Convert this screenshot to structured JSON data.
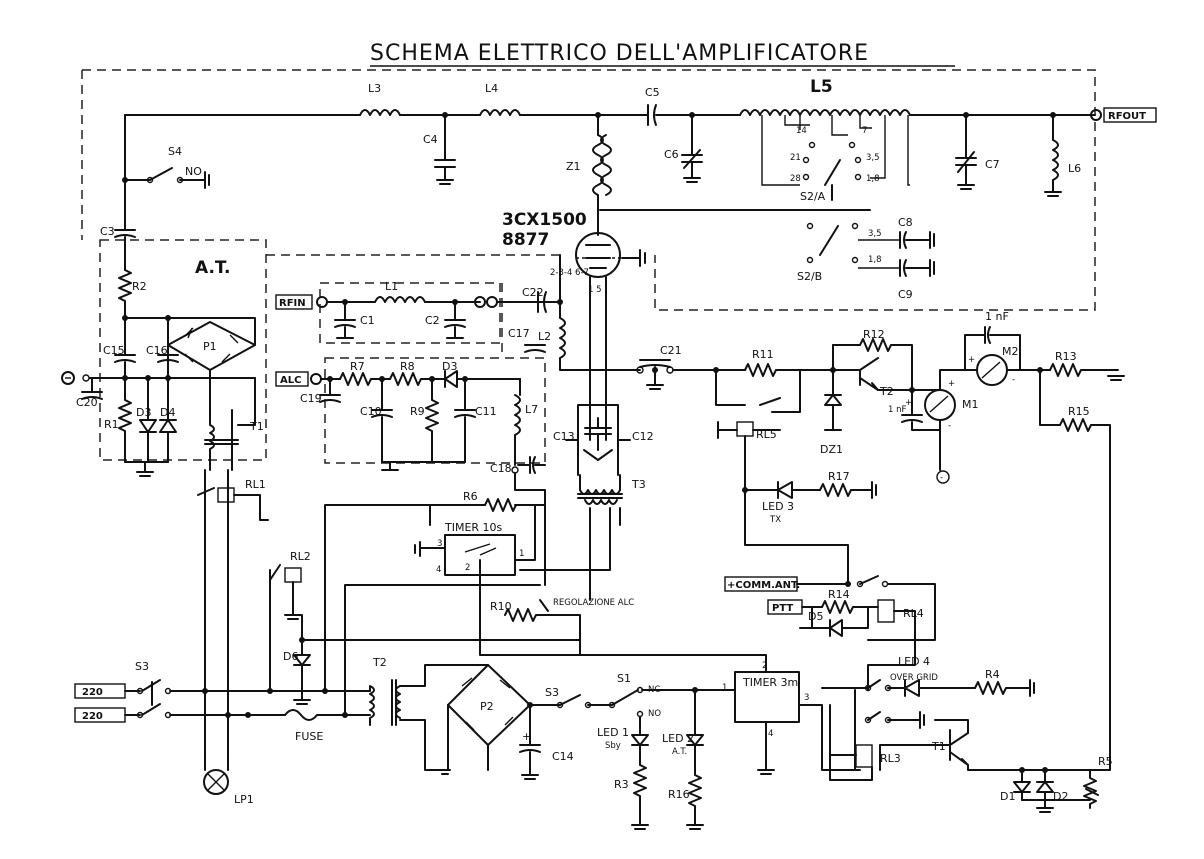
{
  "title": "SCHEMA ELETTRICO DELL'AMPLIFICATORE",
  "tube": {
    "name": "3CX1500",
    "alt": "8877",
    "grid_pins": "2-3-4\n6-7",
    "heater_pins": "1 5"
  },
  "connectors": {
    "rf_out": "RFOUT",
    "rf_in": "RFIN",
    "alc": "ALC",
    "comm_ant": "+COMM.ANT.",
    "ptt": "PTT",
    "mains1": "220",
    "mains2": "220"
  },
  "blocks": {
    "at": "A.T.",
    "l5": "L5",
    "timer10": "TIMER 10s",
    "timer3": "TIMER 3m",
    "alc_adj": "REGOLAZIONE ALC"
  },
  "inductors": {
    "l1": "L1",
    "l2": "L2",
    "l3": "L3",
    "l4": "L4",
    "l6": "L6",
    "l7": "L7",
    "z1": "Z1"
  },
  "capacitors": {
    "c1": "C1",
    "c2": "C2",
    "c3": "C3",
    "c4": "C4",
    "c5": "C5",
    "c6": "C6",
    "c7": "C7",
    "c8": "C8",
    "c9": "C9",
    "c10": "C10",
    "c11": "C11",
    "c12": "C12",
    "c13": "C13",
    "c14": "C14",
    "c15": "C15",
    "c16": "C16",
    "c17": "C17",
    "c18": "C18",
    "c19": "C19",
    "c20": "C20",
    "c21": "C21",
    "c22": "C22",
    "m2_cap": "1 nF",
    "m1_cap": "1\nnF"
  },
  "resistors": {
    "r1": "R1",
    "r2": "R2",
    "r3": "R3",
    "r4": "R4",
    "r5": "R5",
    "r6": "R6",
    "r7": "R7",
    "r8": "R8",
    "r9": "R9",
    "r10": "R10",
    "r11": "R11",
    "r12": "R12",
    "r13": "R13",
    "r14": "R14",
    "r15": "R15",
    "r16": "R16",
    "r17": "R17"
  },
  "semis": {
    "d1": "D1",
    "d2": "D2",
    "d3": "D3",
    "d3b": "D3",
    "d4": "D4",
    "d5": "D5",
    "d6": "D6",
    "dz1": "DZ1",
    "p1": "P1",
    "p2": "P2",
    "t1": "T1",
    "t1b": "T1",
    "t2": "T2",
    "t2b": "T2",
    "t3": "T3"
  },
  "leds": {
    "led1": "LED 1",
    "led1s": "Sby",
    "led2": "LED 2",
    "led2s": "A.T.",
    "led3": "LED 3",
    "led3s": "TX",
    "led4": "LED 4",
    "led4s": "OVER GRID"
  },
  "relays": {
    "rl1": "RL1",
    "rl2": "RL2",
    "rl3": "RL3",
    "rl4": "RL4",
    "rl5": "RL5"
  },
  "switches": {
    "s1": "S1",
    "s3": "S3",
    "s3b": "S3",
    "s4": "S4",
    "s2a": "S2/A",
    "s2b": "S2/B",
    "nc": "NC",
    "no": "NO",
    "no_s4": "NO"
  },
  "band_taps": {
    "t14": "14",
    "t7": "7",
    "t21": "21",
    "t35": "3,5",
    "t28": "28",
    "t18": "1,8",
    "b35": "3,5",
    "b18": "1,8"
  },
  "meters": {
    "m1": "M1",
    "m2": "M2"
  },
  "misc": {
    "fuse": "FUSE",
    "lp1": "LP1",
    "p1_1": "1",
    "p2_2": "2",
    "p3_3": "3",
    "p4_4": "4",
    "tp1": "1",
    "tp2": "2",
    "tp3": "3",
    "tp4": "4",
    "plus1": "+",
    "plus2": "+",
    "minus1": "-",
    "minus2": "-",
    "plus3": "+"
  }
}
